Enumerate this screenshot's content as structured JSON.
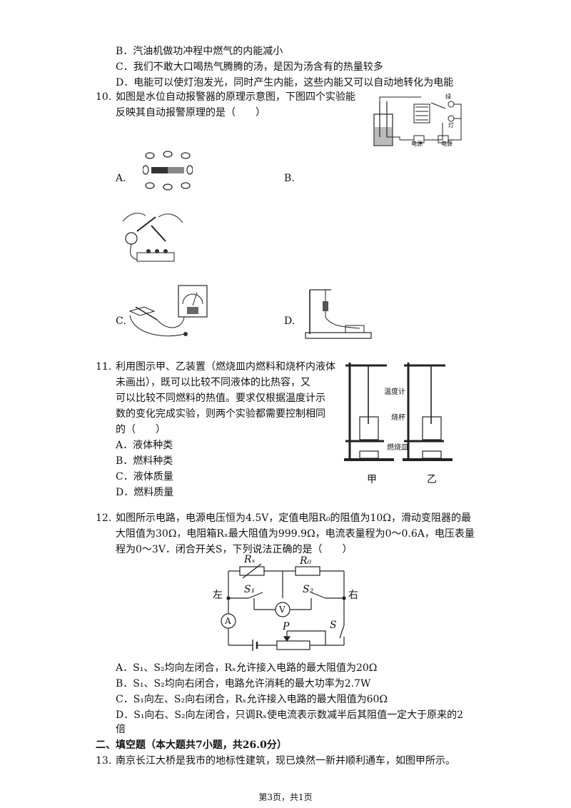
{
  "q9_tail": {
    "b": "B．汽油机做功冲程中燃气的内能减小",
    "c": "C．我们不敢大口喝热气腾腾的汤，是因为汤含有的热量较多",
    "d": "D．电能可以使灯泡发光，同时产生内能，这些内能又可以自动地转化为电能"
  },
  "q10": {
    "number": "10.",
    "line1": "如图是水位自动报警器的原理示意图，下图四个实验能",
    "line2": "反映其自动报警原理的是（　　）",
    "fig_labels": {
      "lamp_top": "绿",
      "lamp_bottom": "灯",
      "source1": "电源",
      "source2": "电源"
    },
    "opt_a": "A.",
    "opt_b": "B.",
    "opt_c": "C.",
    "opt_d": "D."
  },
  "q11": {
    "number": "11.",
    "line1": "利用图示甲、乙装置（燃烧皿内燃料和烧杯内液体",
    "line2": "未画出），既可以比较不同液体的比热容，又",
    "line3": "可以比较不同燃料的热值。要求仅根据温度计示",
    "line4": "数的变化完成实验，则两个实验都需要控制相同",
    "line5": "的（　　）",
    "a": "A．液体种类",
    "b": "B．燃料种类",
    "c": "C．液体质量",
    "d": "D．燃料质量",
    "fig_labels": {
      "thermometer": "温度计",
      "beaker": "烧杯",
      "dish": "燃烧皿",
      "jia": "甲",
      "yi": "乙"
    }
  },
  "q12": {
    "number": "12.",
    "line1": "如图所示电路，电源电压恒为4.5V，定值电阻R₀的阻值为10Ω，滑动变阻器的最",
    "line2": "大阻值为30Ω，电阻箱Rₓ最大阻值为999.9Ω，电流表量程为0～0.6A，电压表量",
    "line3": "程为0～3V．闭合开关S，下列说法正确的是（　　）",
    "fig_labels": {
      "rx": "Rₓ",
      "r0": "R₀",
      "left": "左",
      "right": "右",
      "s1": "S₁",
      "s2": "S₂",
      "ammeter": "A",
      "voltmeter": "V",
      "p": "P",
      "s": "S"
    },
    "a": "A．S₁、S₂均向左闭合，Rₓ允许接入电路的最大阻值为20Ω",
    "b": "B．S₁、S₂均向右闭合，电路允许消耗的最大功率为2.7W",
    "c": "C．S₁向左、S₂向右闭合，Rₓ允许接入电路的最大阻值为60Ω",
    "d1": "D．S₁向右、S₂向左闭合，只调Rₓ使电流表示数减半后其阻值一定大于原来的2",
    "d2": "倍"
  },
  "section2": {
    "heading": "二、填空题（本大题共7小题，共26.0分）"
  },
  "q13": {
    "number": "13.",
    "line1": "南京长江大桥是我市的地标性建筑，现已焕然一新并顺利通车，如图甲所示。"
  },
  "footer": {
    "page": "第3页，共1页"
  }
}
